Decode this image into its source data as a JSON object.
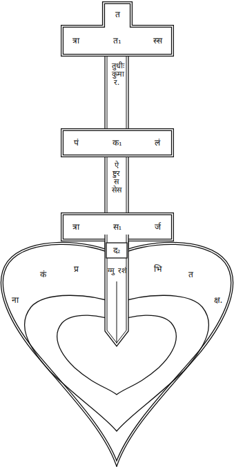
{
  "diagram": {
    "nodes": [
      {
        "text": [
          "त",
          "त्रा",
          "त₁",
          "स्स"
        ]
      },
      {
        "text": [
          "पं",
          "क₁",
          "लं"
        ]
      },
      {
        "text": [
          "त्रा",
          "स₁",
          "र्ज"
        ]
      },
      {
        "text": [
          "द₂"
        ]
      },
      {
        "text": [
          "ना",
          "कं",
          "प्र",
          "ग्मु",
          "रशं",
          "भि",
          "त",
          "क्ष."
        ]
      }
    ],
    "labels": [
      "तुधीः कुमार.",
      "ऐष्टुरससेस"
    ]
  }
}
